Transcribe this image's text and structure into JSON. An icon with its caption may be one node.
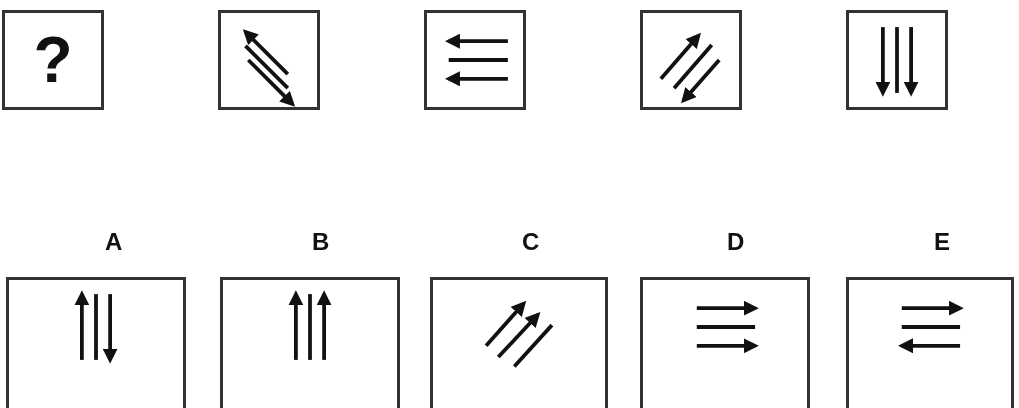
{
  "diagram": {
    "nodes": [
      {
        "text": [
          "?"
        ]
      },
      {
        "text": [],
        "shape": "box"
      },
      {
        "text": [],
        "shape": "box"
      },
      {
        "text": [],
        "shape": "box"
      },
      {
        "text": [],
        "shape": "box"
      },
      {
        "text": [],
        "shape": "box",
        "beside": [
          "A"
        ]
      },
      {
        "text": [],
        "shape": "box",
        "beside": [
          "B"
        ]
      },
      {
        "text": [],
        "shape": "box",
        "beside": [
          "C"
        ]
      },
      {
        "text": [],
        "shape": "box",
        "beside": [
          "D"
        ]
      },
      {
        "text": [],
        "shape": "box",
        "beside": [
          "E"
        ]
      }
    ]
  }
}
